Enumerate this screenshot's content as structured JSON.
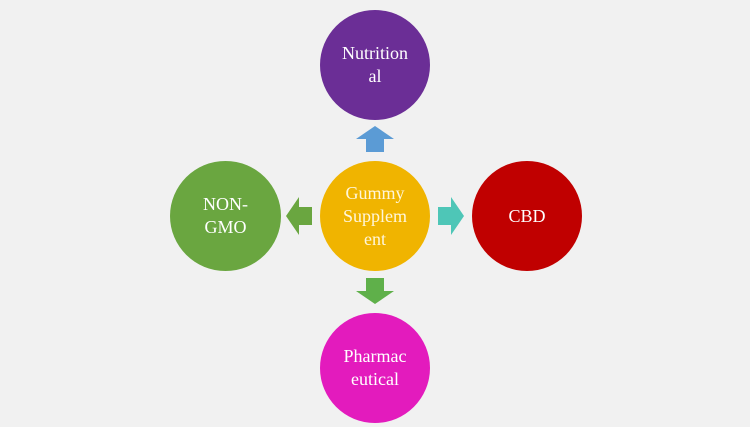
{
  "center": {
    "lines": [
      "Gummy",
      "Supplem",
      "ent"
    ]
  },
  "nodes": {
    "top": {
      "lines": [
        "Nutrition",
        "al"
      ]
    },
    "right": {
      "lines": [
        "CBD"
      ]
    },
    "bottom": {
      "lines": [
        "Pharmac",
        "eutical"
      ]
    },
    "left": {
      "lines": [
        "NON-",
        "GMO"
      ]
    }
  },
  "colors": {
    "background": "#f1f1f1",
    "center": "#f0b400",
    "center_text": "#fff6da",
    "top": "#6b2e96",
    "right": "#c00000",
    "bottom": "#e31bbd",
    "left": "#6aa640",
    "arrow_up": "#5b9bd5",
    "arrow_right": "#4ec6b7",
    "arrow_down": "#5fb04a",
    "arrow_left": "#6aa640"
  }
}
